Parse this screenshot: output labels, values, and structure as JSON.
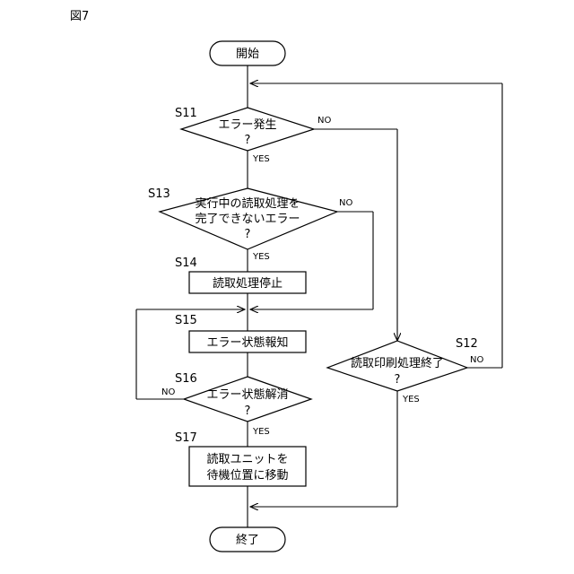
{
  "figure_label": "図7",
  "terminals": {
    "start": "開始",
    "end": "終了"
  },
  "steps": {
    "s11": {
      "id": "S11",
      "line1": "エラー発生",
      "q": "?"
    },
    "s12": {
      "id": "S12",
      "line1": "読取印刷処理終了",
      "q": "?"
    },
    "s13": {
      "id": "S13",
      "line1": "実行中の読取処理を",
      "line2": "完了できないエラー",
      "q": "?"
    },
    "s14": {
      "id": "S14",
      "line1": "読取処理停止"
    },
    "s15": {
      "id": "S15",
      "line1": "エラー状態報知"
    },
    "s16": {
      "id": "S16",
      "line1": "エラー状態解消",
      "q": "?"
    },
    "s17": {
      "id": "S17",
      "line1": "読取ユニットを",
      "line2": "待機位置に移動"
    }
  },
  "branch_labels": {
    "s11_yes": "YES",
    "s11_no": "NO",
    "s12_yes": "YES",
    "s12_no": "NO",
    "s13_yes": "YES",
    "s13_no": "NO",
    "s16_yes": "YES",
    "s16_no": "NO"
  }
}
